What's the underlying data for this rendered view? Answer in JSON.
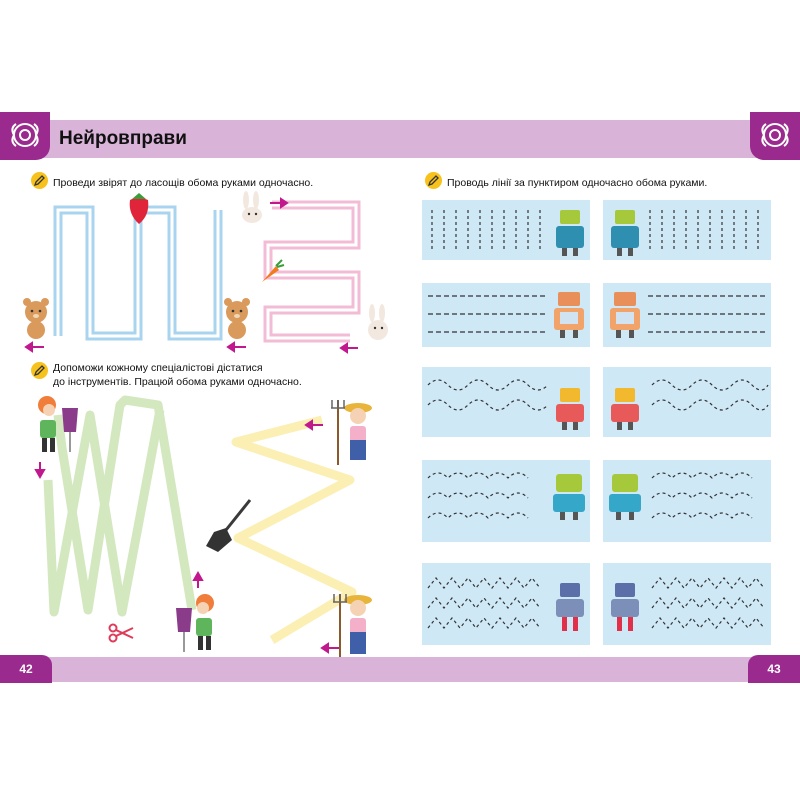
{
  "header": {
    "title": "Нейровправи",
    "accent_color": "#9b2a8e",
    "band_color": "#d9b3d8"
  },
  "exercises": {
    "animals": {
      "text": "Проведи звірят до ласощів обома руками одночасно."
    },
    "specialists": {
      "line1": "Допоможи кожному спеціалістові дістатися",
      "line2": "до інструментів. Працюй обома руками одночасно."
    },
    "dotted_lines": {
      "text": "Проводь лінії за пунктиром одночасно обома руками."
    }
  },
  "footer": {
    "left_page": "42",
    "right_page": "43"
  },
  "icons": [
    "pencil-icon",
    "ornament-icon",
    "strawberry-icon",
    "carrot-icon",
    "scissors-icon",
    "shovel-icon",
    "pitchfork-icon",
    "robot-icon",
    "bear-icon",
    "bunny-icon",
    "girl-icon",
    "farmer-icon"
  ]
}
